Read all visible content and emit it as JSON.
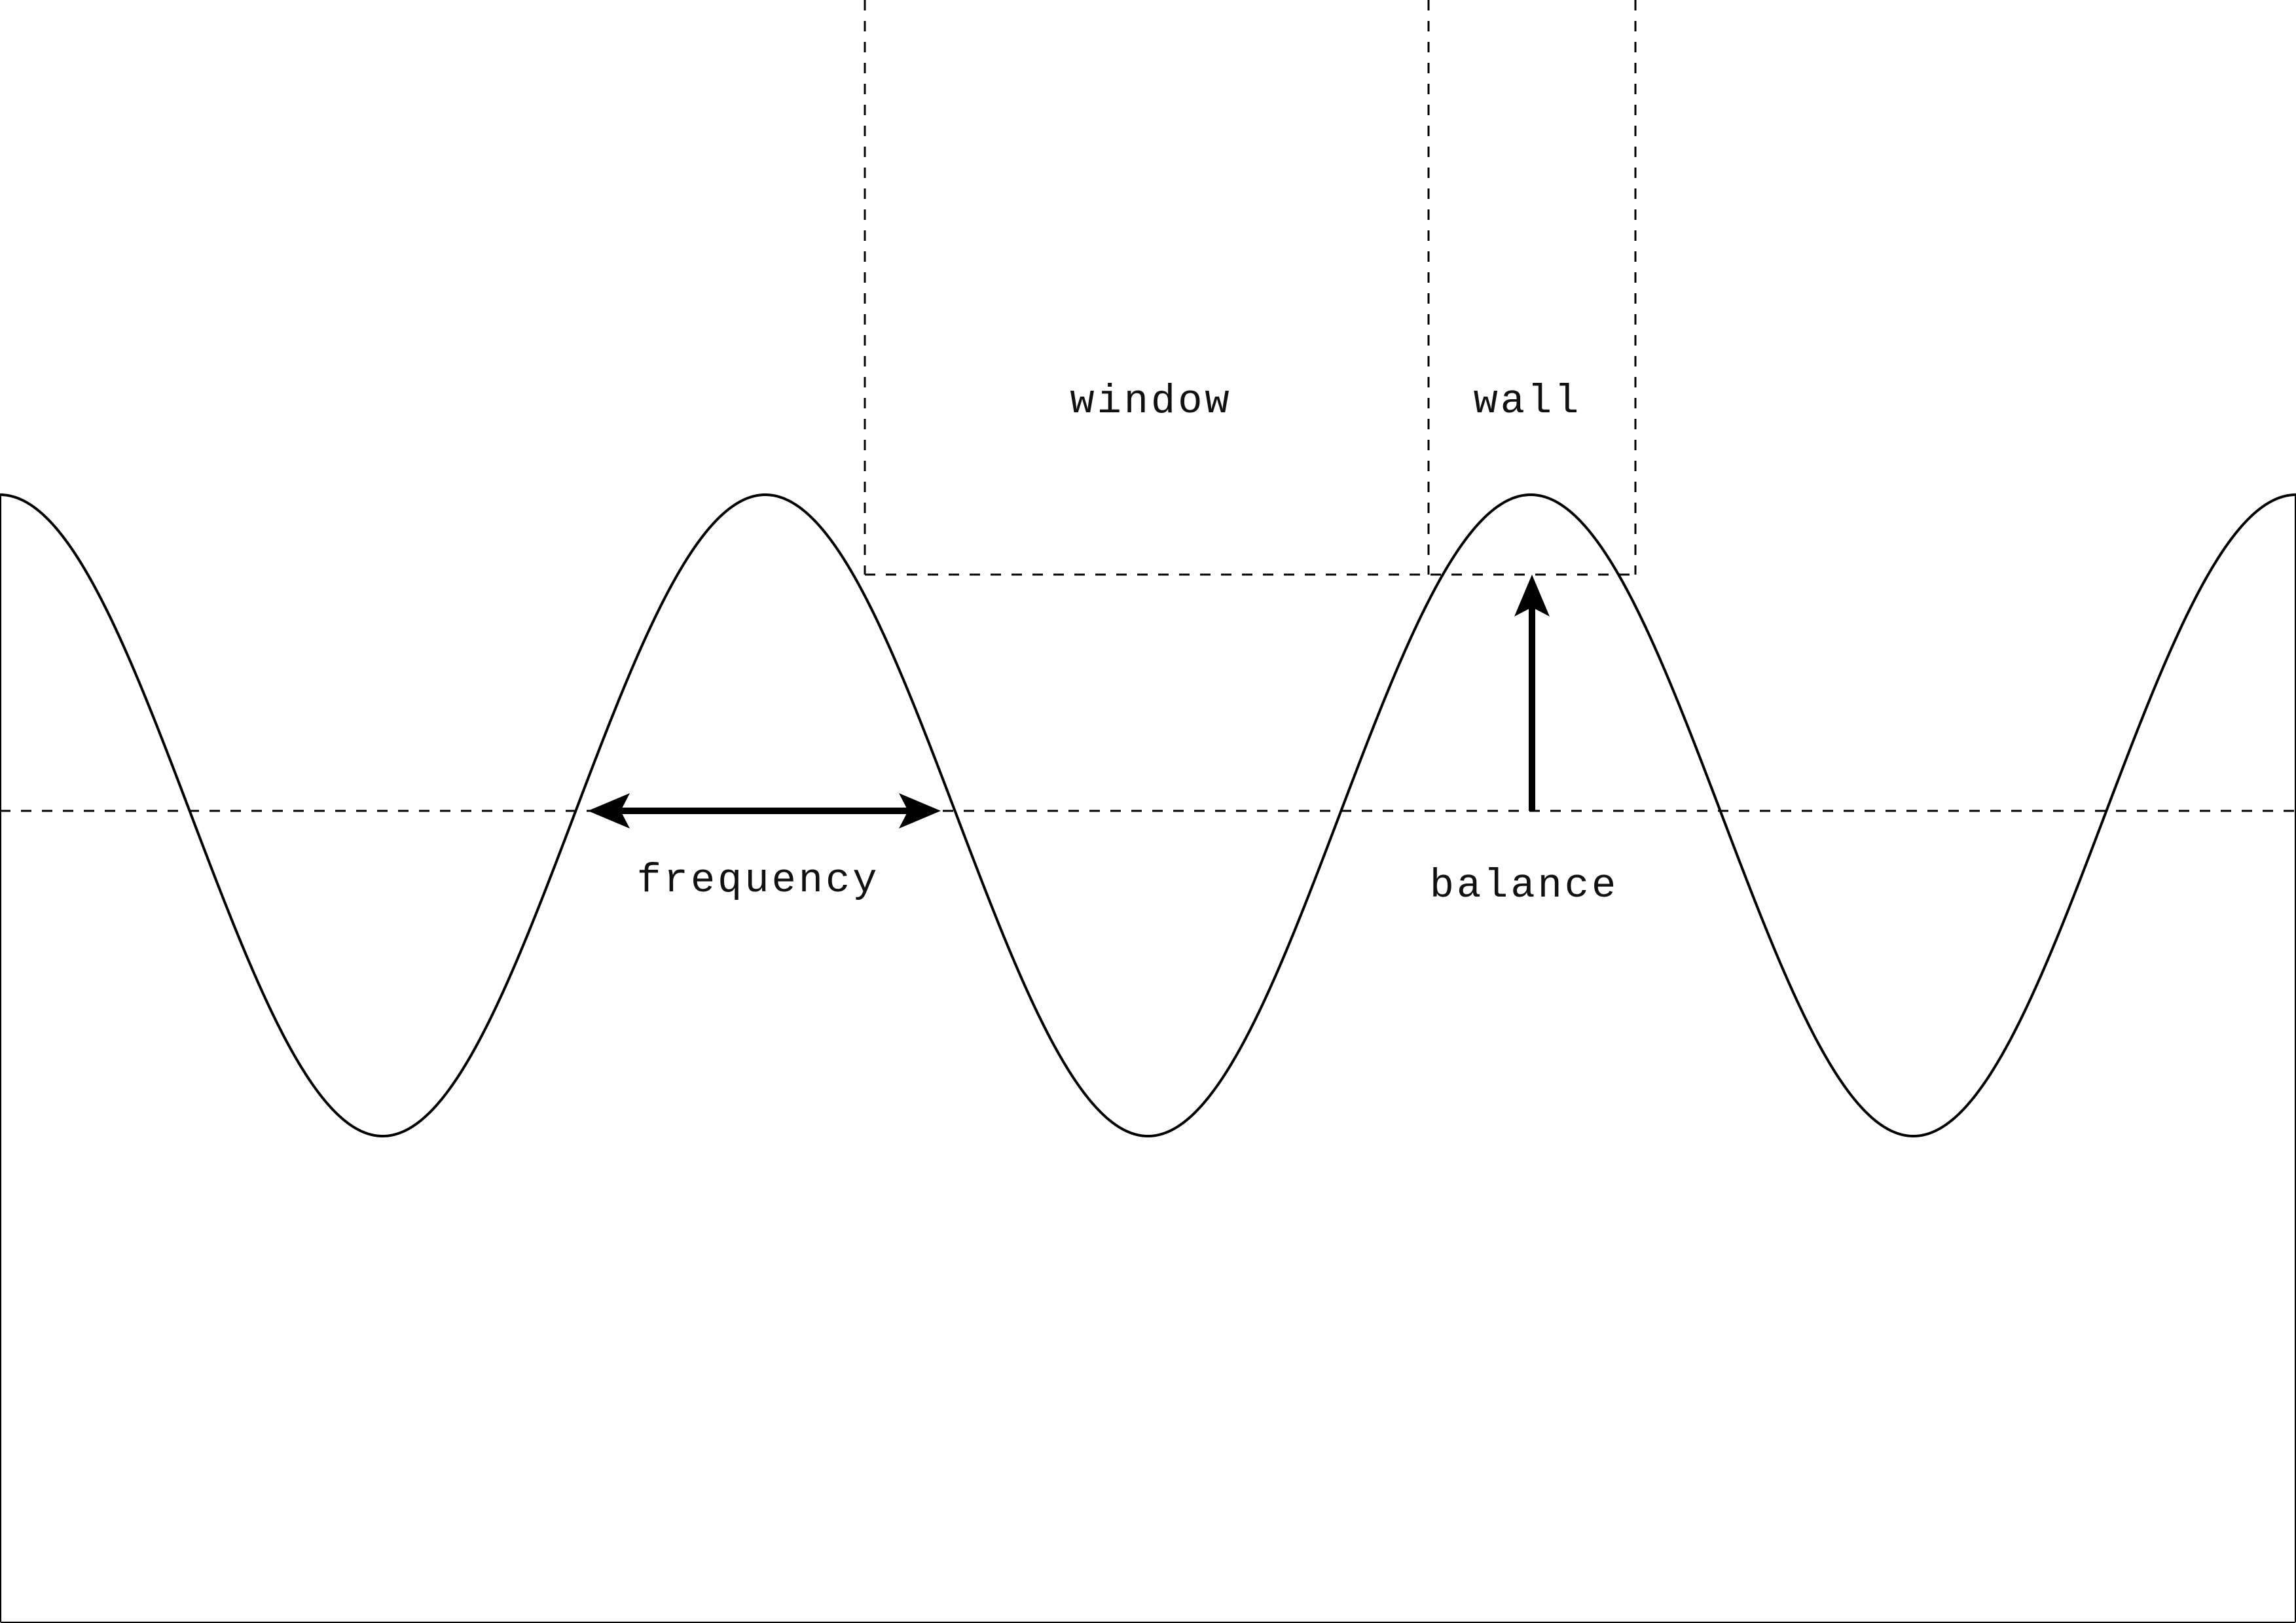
{
  "labels": {
    "window": "window",
    "wall": "wall",
    "frequency": "frequency",
    "balance": "balance"
  },
  "colors": {
    "stroke": "#000000",
    "background": "#ffffff",
    "text": "#111111"
  }
}
